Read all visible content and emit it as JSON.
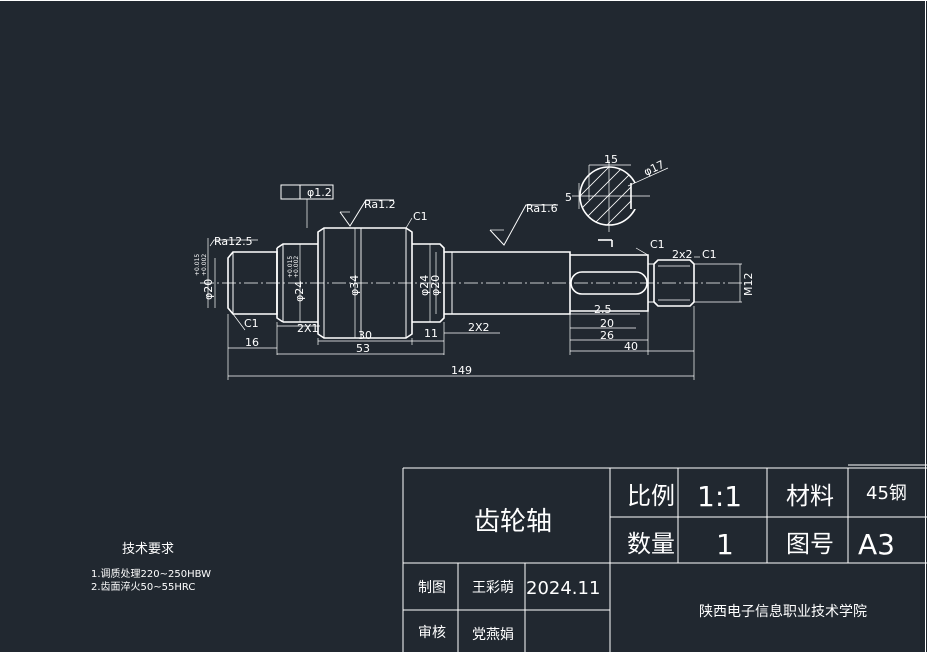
{
  "colors": {
    "background": "#212830",
    "lines": "#ffffff"
  },
  "drawing": {
    "dims": {
      "d_section_width": "15",
      "d_section_dia": "φ17",
      "d_section_depth": "5",
      "d_ra12_5": "Ra12.5",
      "d_ra1_2": "Ra1.2",
      "d_ra1_6": "Ra1.6",
      "d_c1_top": "C1",
      "d_c1_left": "C1",
      "d_c1_right": "C1",
      "d_c1_thread": "C1",
      "d_tol_frame_value": "φ1.2",
      "d_phi20_left": "φ20",
      "d_tol_left_upper": "+0.015",
      "d_tol_left_lower": "+0.002",
      "d_phi24_left": "φ24",
      "d_tol_mid_upper": "+0.015",
      "d_tol_mid_lower": "+0.002",
      "d_phi34": "φ34",
      "d_phi24_right": "φ24",
      "d_phi20_right": "φ20",
      "d_m12": "M12",
      "d_2x1": "2X1",
      "d_2x2_mid": "2X2",
      "d_2x2_thread": "2x2",
      "d_30": "30",
      "d_11": "11",
      "d_16": "16",
      "d_53": "53",
      "d_149": "149",
      "d_25": "2.5",
      "d_20": "20",
      "d_26": "26",
      "d_40": "40"
    }
  },
  "notes": {
    "title": "技术要求",
    "line1": "1.调质处理220~250HBW",
    "line2": "2.齿面淬火50~55HRC"
  },
  "title_block": {
    "part_name": "齿轮轴",
    "scale_label": "比例",
    "scale_value": "1:1",
    "material_label": "材料",
    "material_value": "45钢",
    "quantity_label": "数量",
    "quantity_value": "1",
    "drawing_no_label": "图号",
    "drawing_no_value": "A3",
    "drawn_label": "制图",
    "drawn_name": "王彩萌",
    "date": "2024.11",
    "checked_label": "审核",
    "checked_name": "党燕娟",
    "school": "陕西电子信息职业技术学院"
  }
}
